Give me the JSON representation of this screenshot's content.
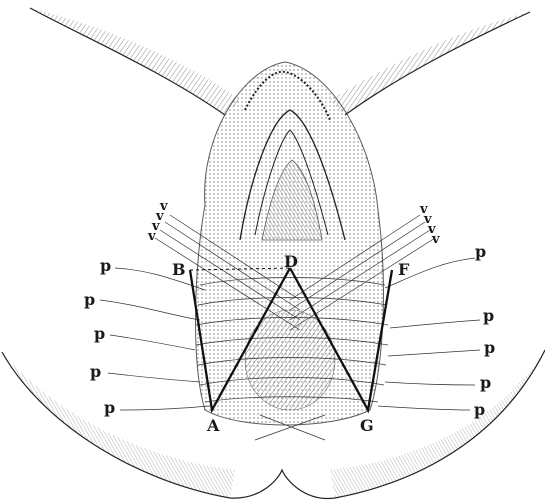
{
  "figure": {
    "ink_color": "#1f1f1f",
    "paper_color": "#ffffff",
    "points": {
      "A": "A",
      "B": "B",
      "D": "D",
      "F": "F",
      "G": "G"
    },
    "v_label": "v",
    "p_label": "p"
  }
}
